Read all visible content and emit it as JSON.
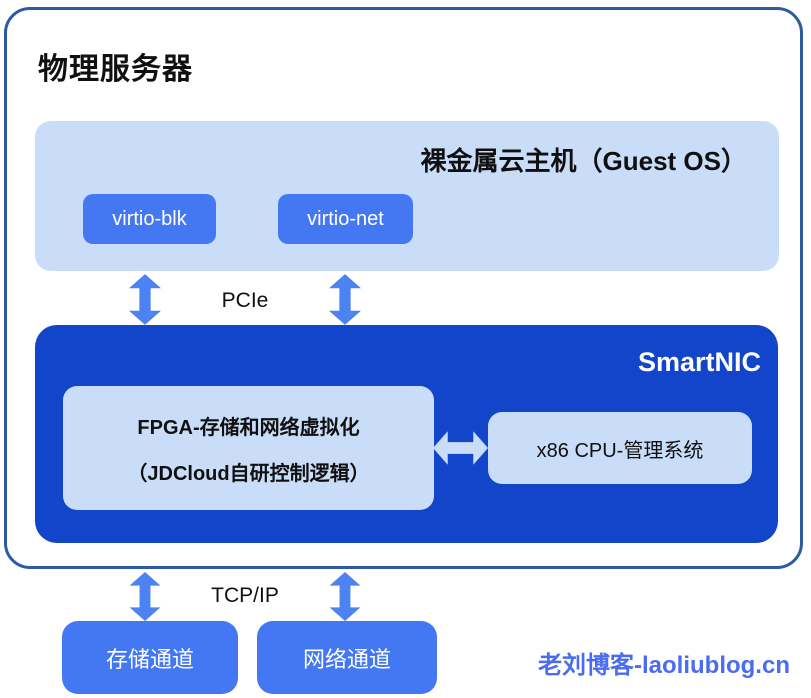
{
  "title": "物理服务器",
  "guest": {
    "label": "裸金属云主机（Guest OS）",
    "devices": [
      {
        "label": "virtio-blk"
      },
      {
        "label": "virtio-net"
      }
    ]
  },
  "buses": {
    "pcie_label": "PCIe",
    "tcpip_label": "TCP/IP"
  },
  "smartnic": {
    "label": "SmartNIC",
    "fpga": {
      "line1": "FPGA-存储和网络虚拟化",
      "line2": "（JDCloud自研控制逻辑）"
    },
    "cpu_label": "x86 CPU-管理系统"
  },
  "channels": [
    {
      "label": "存储通道"
    },
    {
      "label": "网络通道"
    }
  ],
  "watermark": {
    "text": "老刘博客-laoliublog.cn"
  },
  "colors": {
    "frame_border": "#2e5ba0",
    "light_blue_box": "#c9ddf9",
    "mid_blue_button": "#4478f2",
    "deep_blue_smartnic": "#1245c9",
    "vertical_arrow": "#4d82f3",
    "horizontal_arrow": "#c9ddf9",
    "watermark_text": "#4a6cf0",
    "dark_text": "#101010",
    "white_text": "#ffffff"
  }
}
